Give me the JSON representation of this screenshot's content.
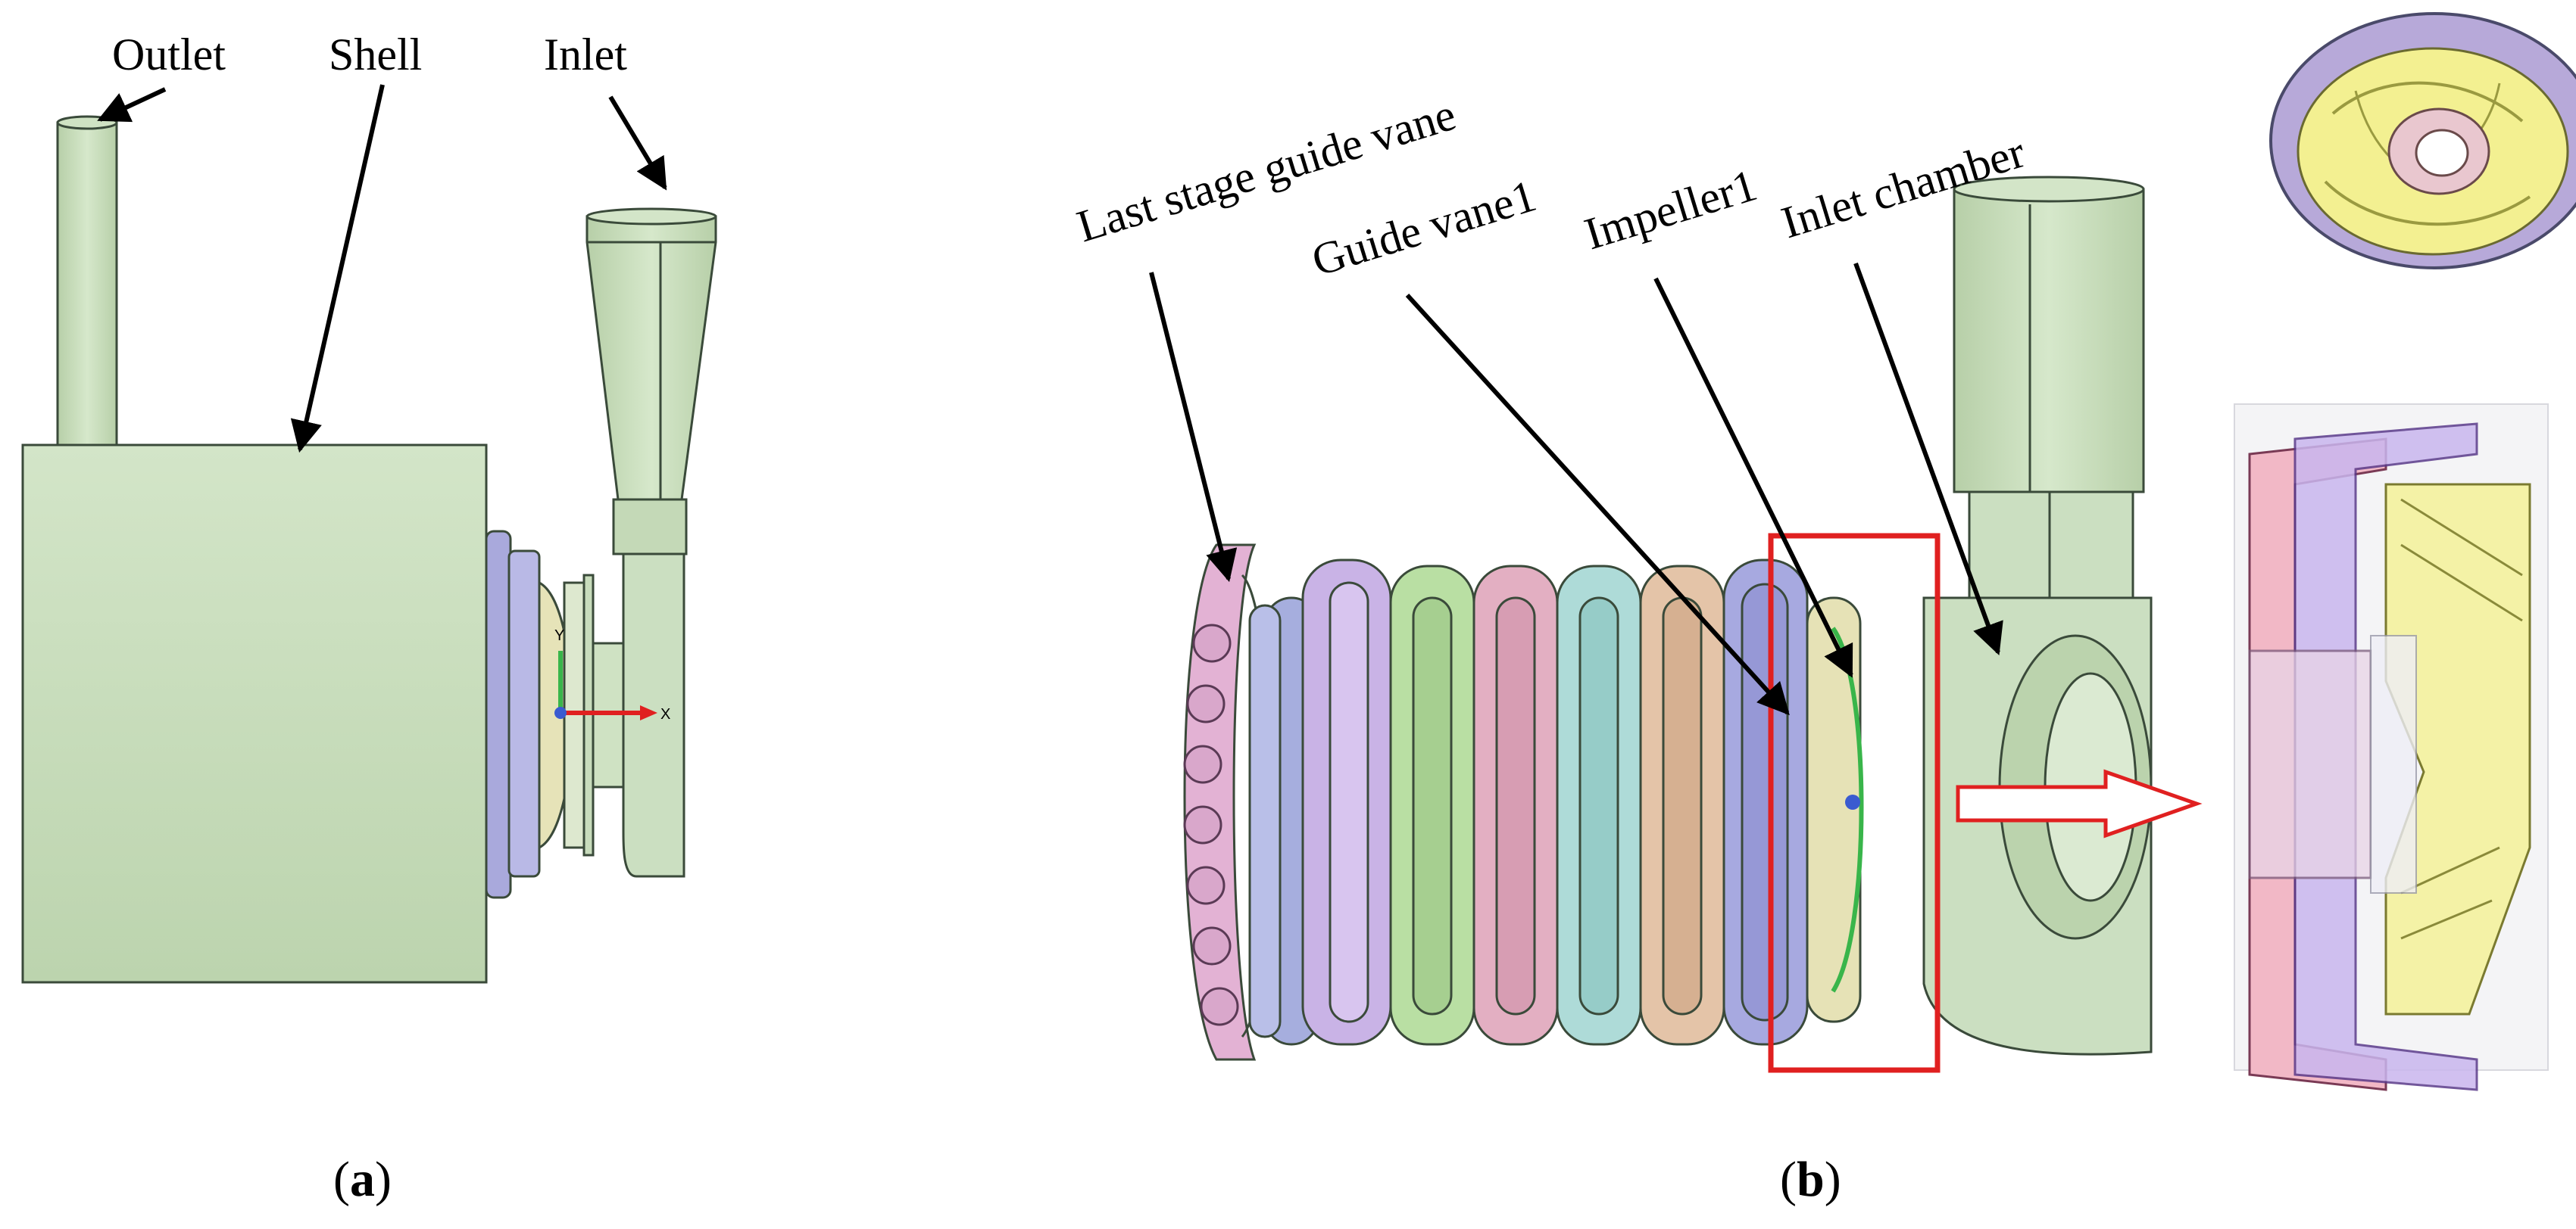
{
  "colors": {
    "green_body": "#cbdfc1",
    "green_dark": "#a9c29c",
    "purple": "#a9a9dc",
    "pink": "#e8b4cf",
    "violet": "#c9b3e6",
    "light_green": "#b9dfa3",
    "rose": "#e3afc2",
    "teal": "#aedbd8",
    "tan": "#e4c4a8",
    "yellow": "#f2f08a",
    "highlight_red": "#e02020",
    "arrow_red": "#e02020"
  },
  "panel_a": {
    "labels": {
      "outlet": "Outlet",
      "shell": "Shell",
      "inlet": "Inlet"
    },
    "axes": {
      "y": "Y",
      "x": "X"
    },
    "caption_open": "(",
    "caption_letter": "a",
    "caption_close": ")"
  },
  "panel_b": {
    "labels": {
      "last_stage_guide_vane": "Last stage guide vane",
      "guide_vane1": "Guide vane1",
      "impeller1": "Impeller1",
      "inlet_chamber": "Inlet chamber"
    },
    "caption_open": "(",
    "caption_letter": "b",
    "caption_close": ")"
  }
}
